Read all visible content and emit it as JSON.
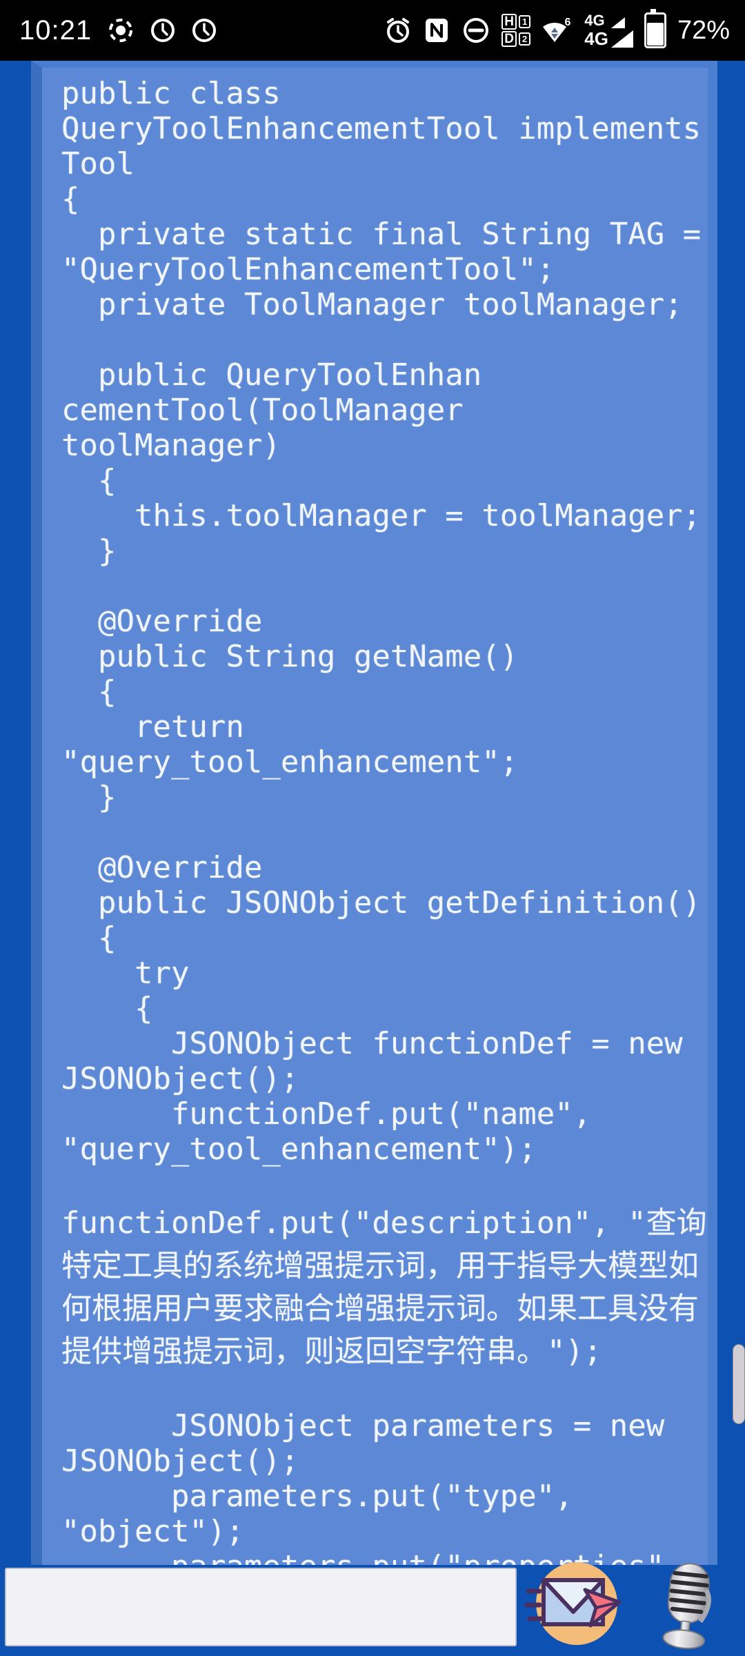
{
  "status_bar": {
    "time": "10:21",
    "battery_percent": "72%",
    "sim1_network": "4G",
    "sim2_network": "4G",
    "wifi_generation": "6",
    "hd_h": "H",
    "hd_d": "D",
    "hd_sim1": "1",
    "hd_sim2": "2",
    "left_icon_names": [
      "screen-record-icon",
      "clock-icon",
      "clock-icon"
    ],
    "right_icon_names": [
      "alarm-icon",
      "nfc-icon",
      "do-not-disturb-icon",
      "hd-volte-icon",
      "wifi6-icon",
      "dual-sim-signal-icon",
      "battery-icon"
    ]
  },
  "code_viewer": {
    "lines": [
      "public class",
      "QueryToolEnhancementTool implements",
      "Tool",
      "{",
      "  private static final String TAG =",
      "\"QueryToolEnhancementTool\";",
      "  private ToolManager toolManager;",
      "",
      "  public QueryToolEnhan",
      "cementTool(ToolManager",
      "toolManager)",
      "  {",
      "    this.toolManager = toolManager;",
      "  }",
      "",
      "  @Override",
      "  public String getName()",
      "  {",
      "    return",
      "\"query_tool_enhancement\";",
      "  }",
      "",
      "  @Override",
      "  public JSONObject getDefinition()",
      "  {",
      "    try",
      "    {",
      "      JSONObject functionDef = new",
      "JSONObject();",
      "      functionDef.put(\"name\",",
      "\"query_tool_enhancement\");",
      "",
      "functionDef.put(\"description\", \"查询",
      "特定工具的系统增强提示词，用于指导大模型如",
      "何根据用户要求融合增强提示词。如果工具没有",
      "提供增强提示词，则返回空字符串。\");",
      "",
      "      JSONObject parameters = new",
      "JSONObject();",
      "      parameters.put(\"type\",",
      "\"object\");",
      "      parameters.put(\"properties\","
    ]
  },
  "input_bar": {
    "text_value": "",
    "placeholder": ""
  },
  "colors": {
    "frame_blue": "#0d51b2",
    "panel_blue": "#5c88d5",
    "panel_edge_blue": "#3a6fc0",
    "code_text": "#f1f5fc",
    "send_circle_orange": "#f4bc79",
    "send_arrow_pink": "#f4717f",
    "envelope_outline": "#4a3060",
    "input_bg": "#f2f1f6"
  }
}
